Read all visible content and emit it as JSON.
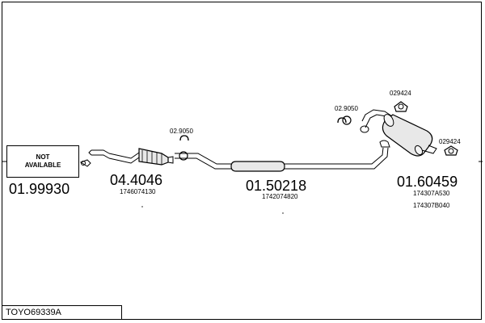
{
  "diagram": {
    "not_available": [
      "NOT",
      "AVAILABLE"
    ],
    "assembly_code": "TOYO69339A",
    "parts": {
      "front": {
        "number": "01.99930"
      },
      "catalytic": {
        "number": "04.4046",
        "oem": "1746074130"
      },
      "clamp_a": {
        "number": "02.9050"
      },
      "middle": {
        "number": "01.50218",
        "oem": "1742074820"
      },
      "clamp_b": {
        "number": "02.9050"
      },
      "gasket_top": {
        "number": "029424"
      },
      "gasket_side": {
        "number": "029424"
      },
      "rear": {
        "number": "01.60459",
        "oem_a": "174307A530",
        "oem_b": "174307B040"
      }
    }
  }
}
